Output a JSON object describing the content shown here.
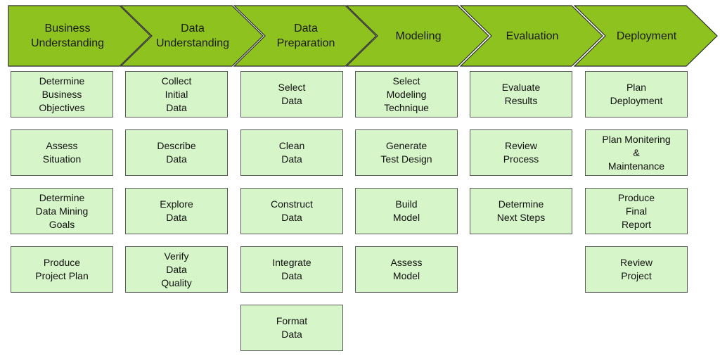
{
  "colors": {
    "phase_fill": "#8ec21f",
    "phase_stroke": "#2b2b2b",
    "task_fill": "#d6f5c8",
    "task_border": "#5a5a5a"
  },
  "phases": [
    {
      "name": "Business\nUnderstanding",
      "tasks": [
        "Determine\nBusiness\nObjectives",
        "Assess\nSituation",
        "Determine\nData Mining\nGoals",
        "Produce\nProject Plan"
      ]
    },
    {
      "name": "Data\nUnderstanding",
      "tasks": [
        "Collect\nInitial\nData",
        "Describe\nData",
        "Explore\nData",
        "Verify\nData\nQuality"
      ]
    },
    {
      "name": "Data\nPreparation",
      "tasks": [
        "Select\nData",
        "Clean\nData",
        "Construct\nData",
        "Integrate\nData",
        "Format\nData"
      ]
    },
    {
      "name": "Modeling",
      "tasks": [
        "Select\nModeling\nTechnique",
        "Generate\nTest Design",
        "Build\nModel",
        "Assess\nModel"
      ]
    },
    {
      "name": "Evaluation",
      "tasks": [
        "Evaluate\nResults",
        "Review\nProcess",
        "Determine\nNext Steps"
      ]
    },
    {
      "name": "Deployment",
      "tasks": [
        "Plan\nDeployment",
        "Plan Monitering\n&\nMaintenance",
        "Produce\nFinal\nReport",
        "Review\nProject"
      ]
    }
  ]
}
